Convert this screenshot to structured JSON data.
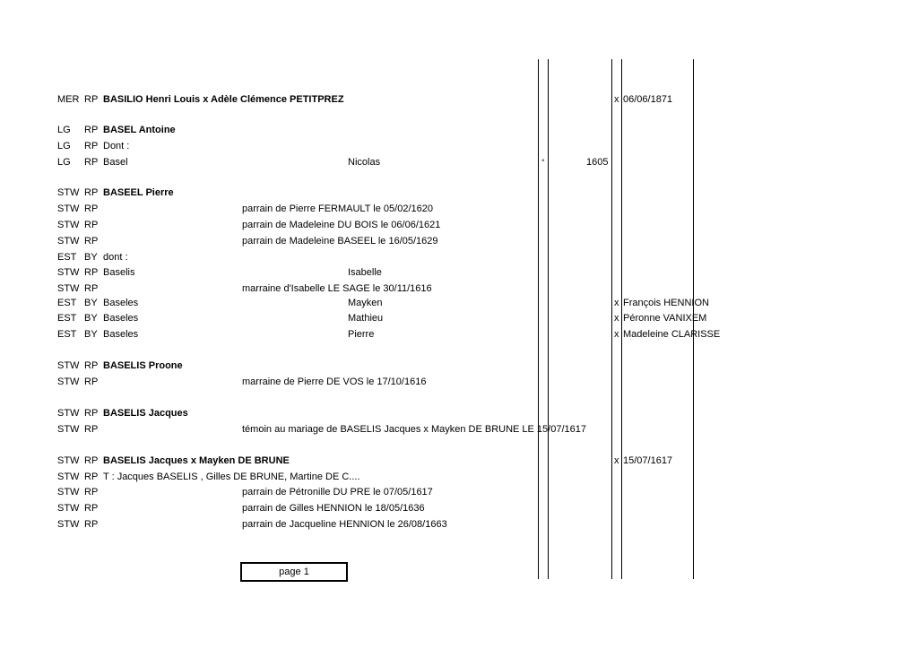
{
  "rows": [
    {
      "src": "MER",
      "rp": "RP",
      "name": "BASILIO Henri Louis x Adèle Clémence PETITPREZ",
      "bold": true,
      "x": "x",
      "spouse": "06/06/1871"
    },
    {
      "src": "LG",
      "rp": "RP",
      "name": "BASEL Antoine",
      "bold": true
    },
    {
      "src": "LG",
      "rp": "RP",
      "name": "Dont :"
    },
    {
      "src": "LG",
      "rp": "RP",
      "name": "Basel",
      "given": "Nicolas",
      "deg": "°",
      "year": "1605"
    },
    {
      "src": "STW",
      "rp": "RP",
      "name": "BASEEL Pierre",
      "bold": true
    },
    {
      "src": "STW",
      "rp": "RP",
      "note": "parrain de Pierre FERMAULT le 05/02/1620"
    },
    {
      "src": "STW",
      "rp": "RP",
      "note": "parrain de Madeleine DU BOIS le 06/06/1621"
    },
    {
      "src": "STW",
      "rp": "RP",
      "note": "parrain de Madeleine BASEEL le 16/05/1629"
    },
    {
      "src": "EST",
      "rp": "BY",
      "name": "dont :"
    },
    {
      "src": "STW",
      "rp": "RP",
      "name": "Baselis",
      "given": "Isabelle"
    },
    {
      "src": "STW",
      "rp": "RP",
      "note": "marraine d'Isabelle LE SAGE le 30/11/1616"
    },
    {
      "src": "EST",
      "rp": "BY",
      "name": "Baseles",
      "given": "Mayken",
      "x": "x",
      "spouse": "François HENNION"
    },
    {
      "src": "EST",
      "rp": "BY",
      "name": "Baseles",
      "given": "Mathieu",
      "x": "x",
      "spouse": "Péronne VANIXEM"
    },
    {
      "src": "EST",
      "rp": "BY",
      "name": "Baseles",
      "given": "Pierre",
      "x": "x",
      "spouse": "Madeleine CLARISSE"
    },
    {
      "src": "STW",
      "rp": "RP",
      "name": "BASELIS Proone",
      "bold": true
    },
    {
      "src": "STW",
      "rp": "RP",
      "note": "marraine de Pierre DE VOS le 17/10/1616"
    },
    {
      "src": "STW",
      "rp": "RP",
      "name": "BASELIS Jacques",
      "bold": true
    },
    {
      "src": "STW",
      "rp": "RP",
      "note": "témoin au mariage de BASELIS Jacques x Mayken DE BRUNE LE 15/07/1617"
    },
    {
      "src": "STW",
      "rp": "RP",
      "name": "BASELIS Jacques x Mayken DE BRUNE",
      "bold": true,
      "x": "x",
      "spouse": "15/07/1617"
    },
    {
      "src": "STW",
      "rp": "RP",
      "name": "T : Jacques BASELIS , Gilles DE BRUNE, Martine DE C...."
    },
    {
      "src": "STW",
      "rp": "RP",
      "note": "parrain de Pétronille DU PRE le 07/05/1617"
    },
    {
      "src": "STW",
      "rp": "RP",
      "note": "parrain de Gilles HENNION le 18/05/1636"
    },
    {
      "src": "STW",
      "rp": "RP",
      "note": "parrain de Jacqueline HENNION le 26/08/1663"
    }
  ],
  "footer": {
    "page_label": "page 1"
  }
}
